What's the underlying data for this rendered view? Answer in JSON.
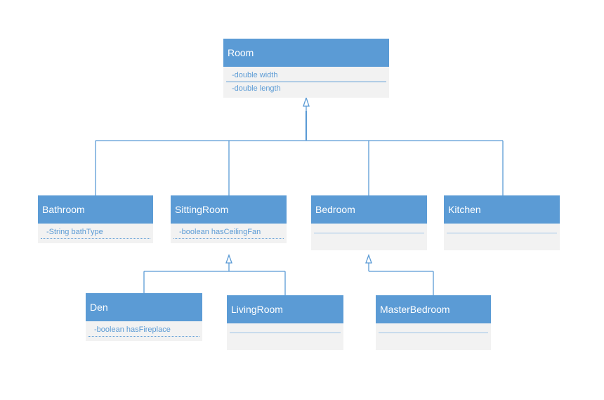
{
  "diagram": {
    "classes": [
      {
        "id": "room",
        "name": "Room",
        "attributes": [
          "-double width",
          "-double length"
        ]
      },
      {
        "id": "bathroom",
        "name": "Bathroom",
        "attributes": [
          "-String bathType"
        ]
      },
      {
        "id": "sittingroom",
        "name": "SittingRoom",
        "attributes": [
          "-boolean hasCeilingFan"
        ]
      },
      {
        "id": "bedroom",
        "name": "Bedroom",
        "attributes": []
      },
      {
        "id": "kitchen",
        "name": "Kitchen",
        "attributes": []
      },
      {
        "id": "den",
        "name": "Den",
        "attributes": [
          "-boolean hasFireplace"
        ]
      },
      {
        "id": "livingroom",
        "name": "LivingRoom",
        "attributes": []
      },
      {
        "id": "masterbedroom",
        "name": "MasterBedroom",
        "attributes": []
      }
    ],
    "inheritance": [
      {
        "child": "bathroom",
        "parent": "room"
      },
      {
        "child": "sittingroom",
        "parent": "room"
      },
      {
        "child": "bedroom",
        "parent": "room"
      },
      {
        "child": "kitchen",
        "parent": "room"
      },
      {
        "child": "den",
        "parent": "sittingroom"
      },
      {
        "child": "livingroom",
        "parent": "sittingroom"
      },
      {
        "child": "masterbedroom",
        "parent": "bedroom"
      }
    ],
    "colors": {
      "header_fill": "#5b9bd5",
      "header_text": "#ffffff",
      "body_fill": "#f2f2f2",
      "attribute_text": "#5b9bd5",
      "connector": "#5b9bd5"
    }
  }
}
